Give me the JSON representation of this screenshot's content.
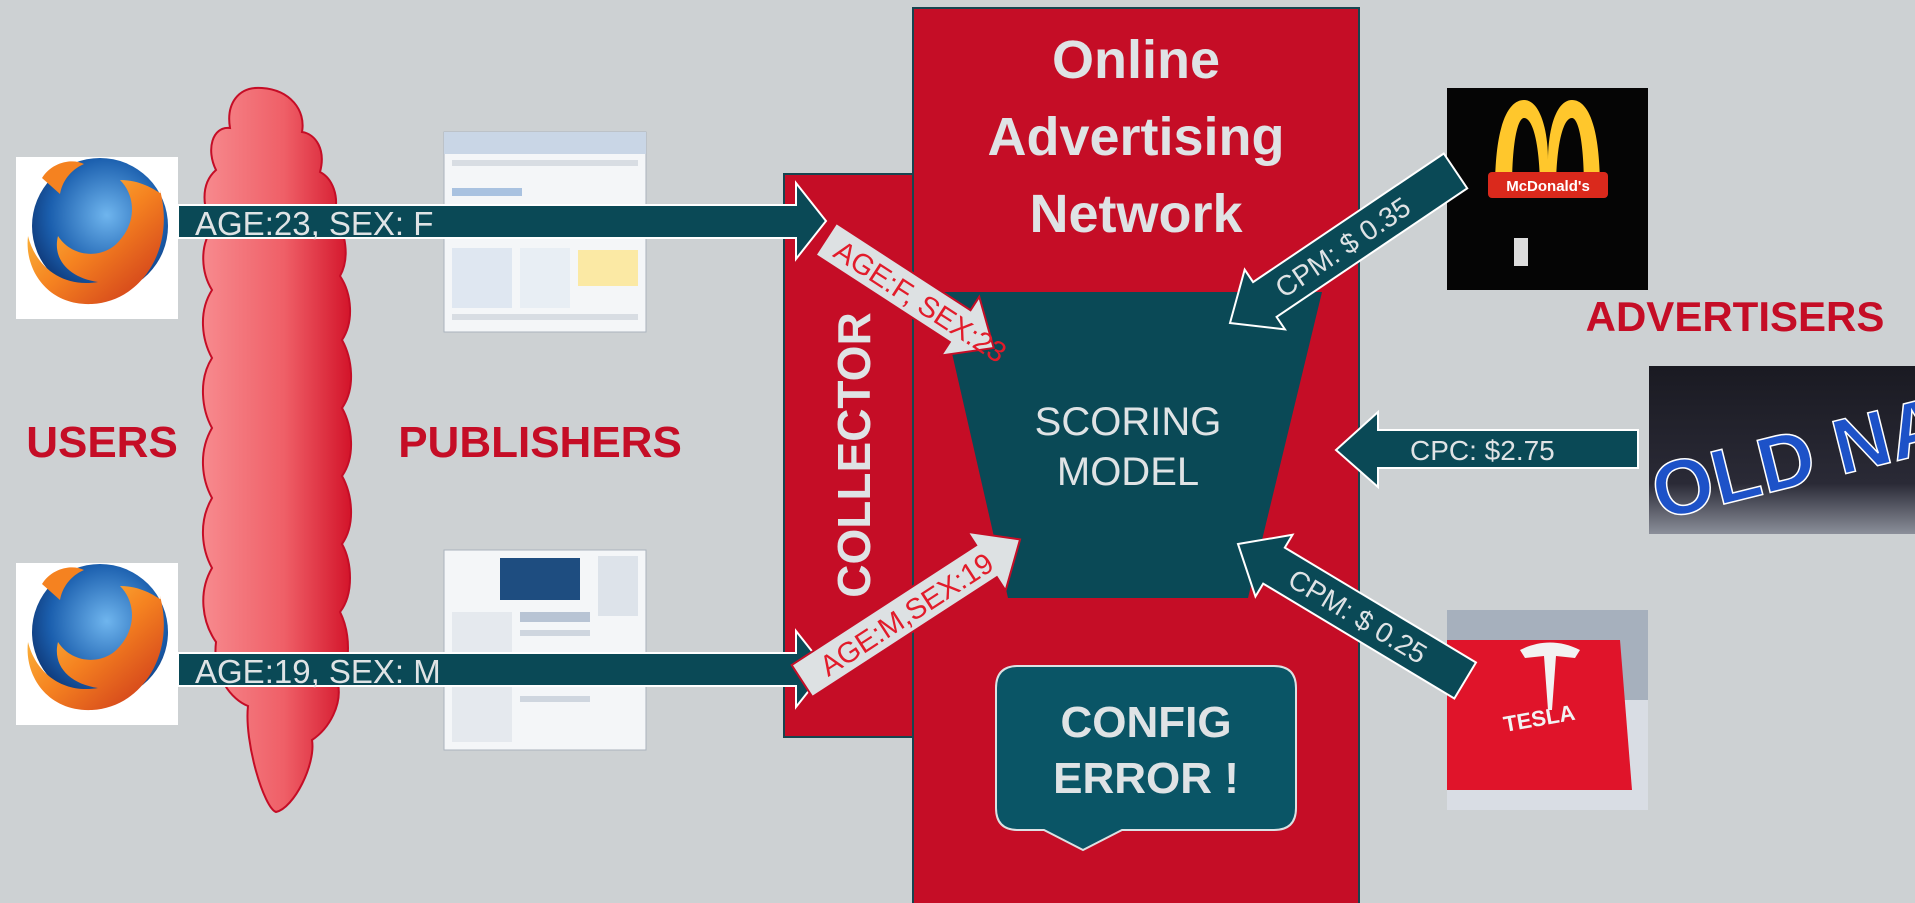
{
  "labels": {
    "users": "USERS",
    "publishers": "PUBLISHERS",
    "advertisers": "ADVERTISERS",
    "collector": "COLLECTOR",
    "network_line1": "Online",
    "network_line2": "Advertising",
    "network_line3": "Network",
    "scoring_line1": "SCORING",
    "scoring_line2": "MODEL",
    "config_line1": "CONFIG",
    "config_line2": "ERROR !"
  },
  "flows": {
    "user_top": "AGE:23, SEX: F",
    "user_bottom": "AGE:19, SEX: M",
    "collector_top": "AGE:F, SEX:23",
    "collector_bottom": "AGE:M,SEX:19"
  },
  "bids": {
    "mcdonalds": "CPM: $ 0.35",
    "oldnavy": "CPC:  $2.75",
    "tesla": "CPM: $ 0.25"
  },
  "logos": {
    "mcdonalds": "McDonald's",
    "oldnavy": "OLD NAVY",
    "tesla": "TESLA"
  },
  "colors": {
    "background": "#cdd1d3",
    "red": "#c50d26",
    "teal": "#0a4956",
    "arrow_light": "#dde1e3"
  }
}
